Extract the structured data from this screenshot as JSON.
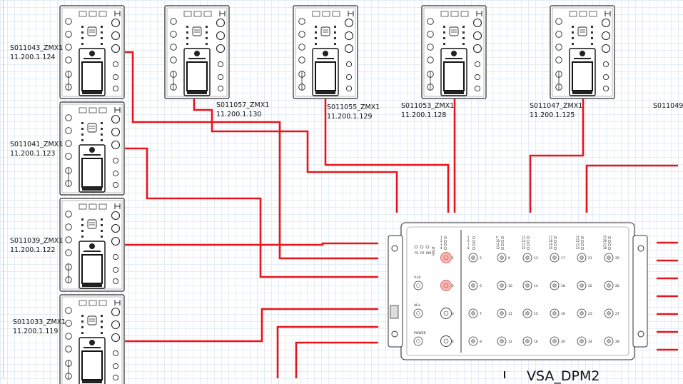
{
  "modules": [
    {
      "name": "S011043_ZMX1",
      "ip": "11.200.1.124"
    },
    {
      "name": "S011041_ZMX1",
      "ip": "11.200.1.123"
    },
    {
      "name": "S011039_ZMX1",
      "ip": "11.200.1.122"
    },
    {
      "name": "S011033_ZMX1",
      "ip": "11.200.1.119"
    },
    {
      "name": "S011057_ZMX1",
      "ip": "11.200.1.130"
    },
    {
      "name": "S011055_ZMX1",
      "ip": "11.200.1.129"
    },
    {
      "name": "S011053_ZMX1",
      "ip": "11.200.1.128"
    },
    {
      "name": "S011047_ZMX1",
      "ip": "11.200.1.125"
    },
    {
      "name": "S011049",
      "ip": ""
    }
  ],
  "dpm": {
    "title": "VSA_DPM2",
    "status_labels": [
      "P1",
      "P2",
      "RM",
      "FAULT"
    ],
    "port_labels": [
      "V.24",
      "ACe",
      "POWER"
    ],
    "port_numbers": [
      "1",
      "2",
      "3",
      "4"
    ],
    "grid_numbers": [
      [
        "5",
        "9",
        "13",
        "17",
        "21",
        "25"
      ],
      [
        "6",
        "10",
        "14",
        "18",
        "22",
        "26"
      ],
      [
        "7",
        "11",
        "15",
        "19",
        "23",
        "27"
      ],
      [
        "8",
        "12",
        "16",
        "20",
        "24",
        "28"
      ]
    ],
    "led_numbers": [
      [
        "5",
        "6",
        "7",
        "8"
      ],
      [
        "9",
        "10",
        "11",
        "12"
      ],
      [
        "13",
        "14",
        "15",
        "16"
      ],
      [
        "17",
        "18",
        "19",
        "20"
      ],
      [
        "21",
        "22",
        "23",
        "24"
      ],
      [
        "25",
        "26",
        "27",
        "28"
      ]
    ],
    "status_led_numbers": [
      "1",
      "2",
      "3",
      "4"
    ]
  },
  "colors": {
    "wire": "#e8141c",
    "outline": "#2a2a2a",
    "grid": "#e4ecf5",
    "highlight": "#f4b8b0"
  }
}
